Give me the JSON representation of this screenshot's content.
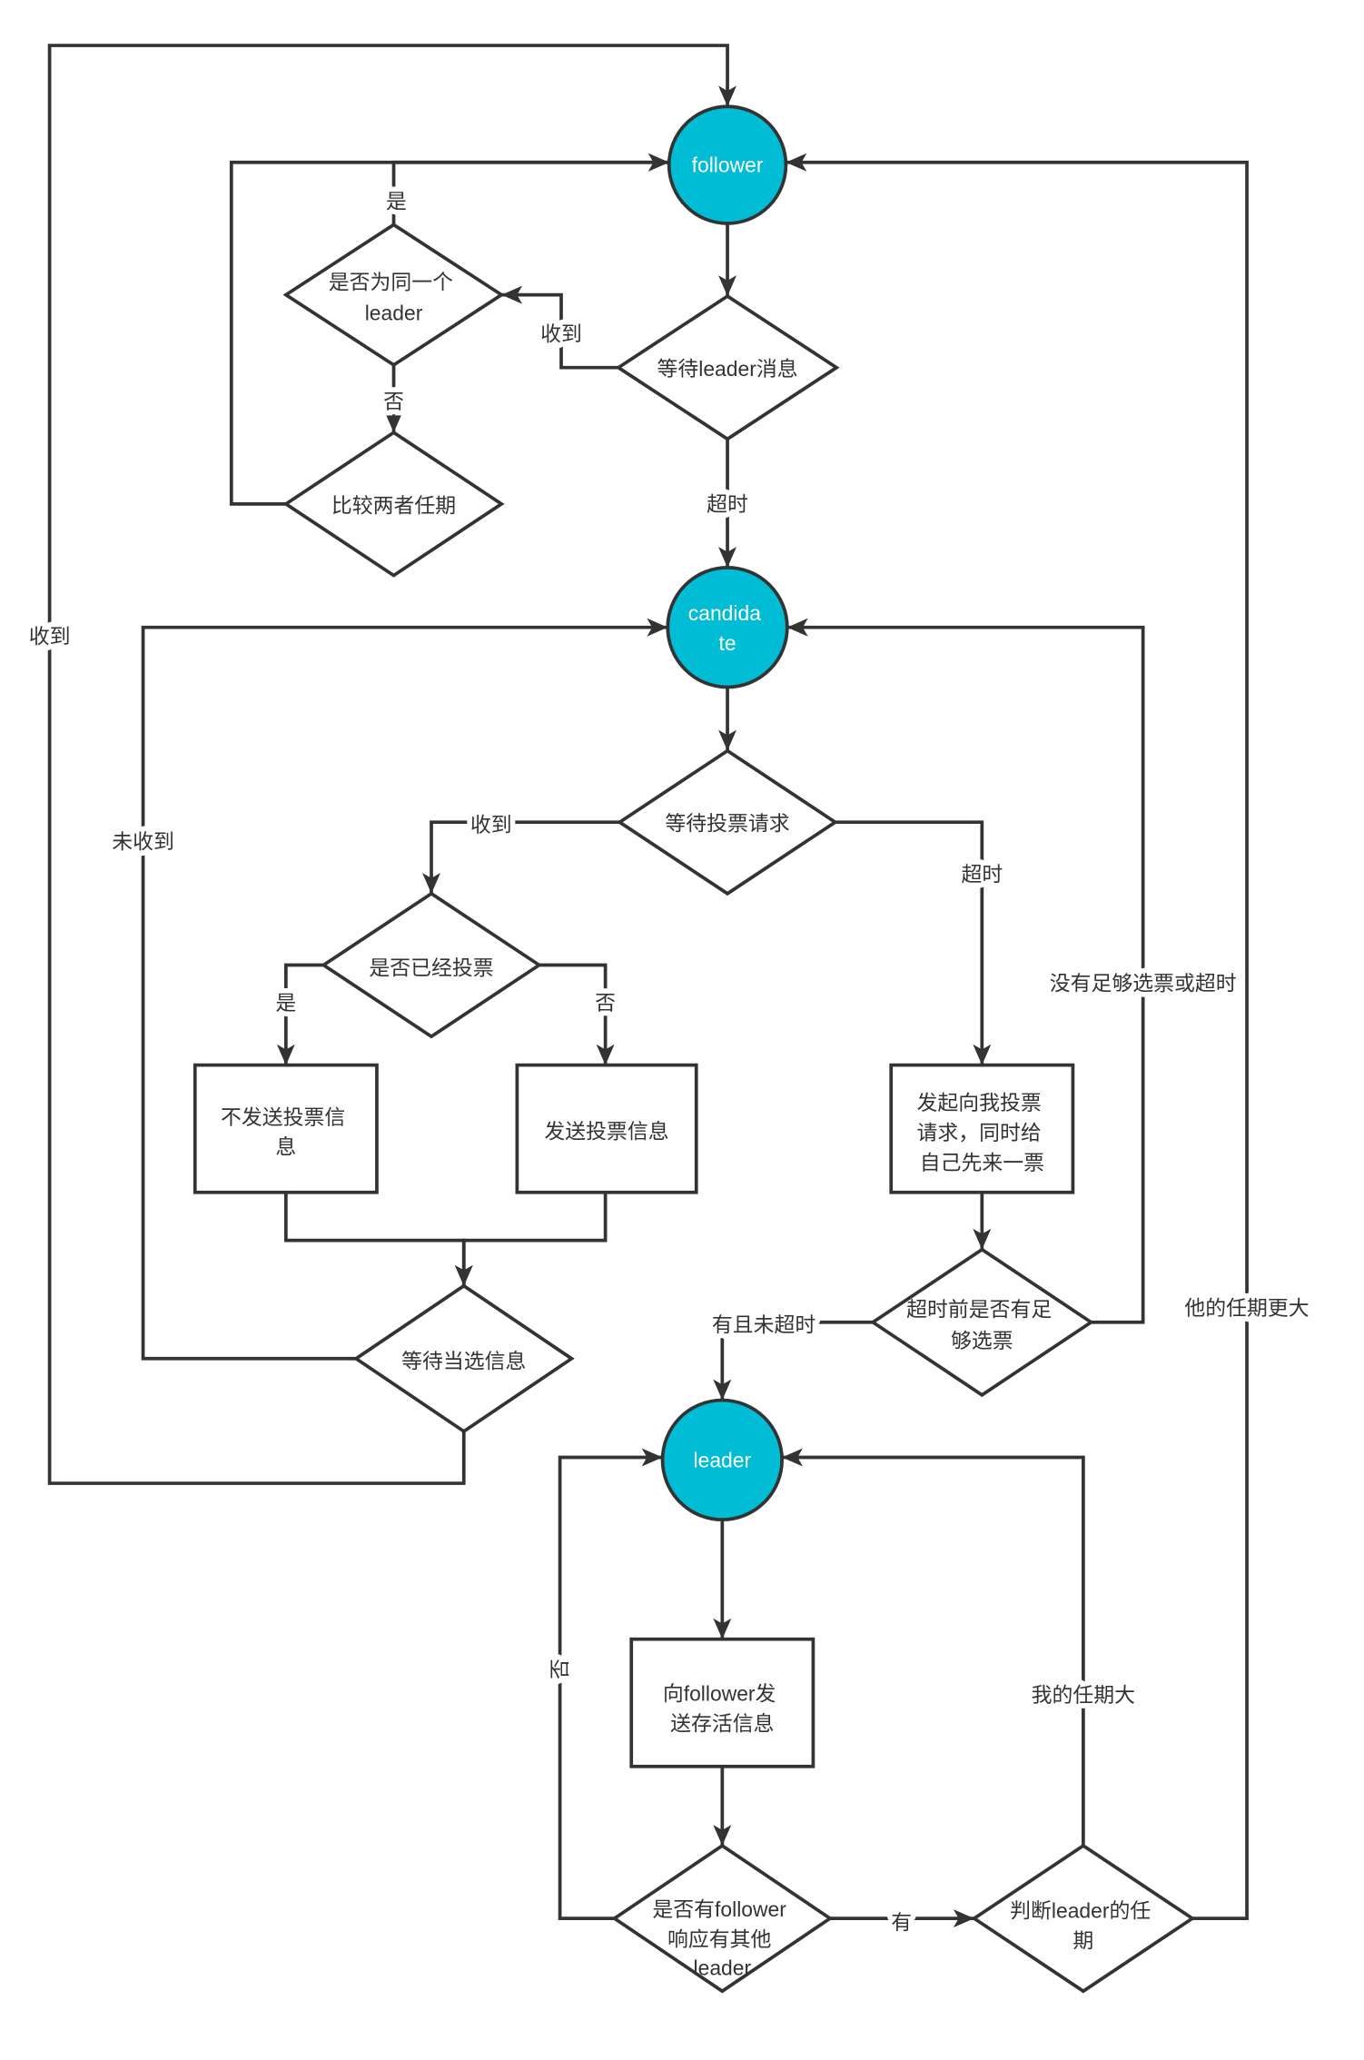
{
  "nodes": {
    "follower": "follower",
    "candidate": [
      "candida",
      "te"
    ],
    "leader": "leader",
    "wait_leader_message": "等待leader消息",
    "same_leader_check": [
      "是否为同一个",
      "leader"
    ],
    "compare_terms": "比较两者任期",
    "wait_vote_request": "等待投票请求",
    "already_voted_check": "是否已经投票",
    "no_send_vote": [
      "不发送投票信",
      "息"
    ],
    "send_vote": "发送投票信息",
    "wait_election_result": "等待当选信息",
    "request_votes": [
      "发起向我投票",
      "请求，同时给",
      "自己先来一票"
    ],
    "enough_votes_check": [
      "超时前是否有足",
      "够选票"
    ],
    "send_heartbeat": [
      "向follower发",
      "送存活信息"
    ],
    "follower_response_check": [
      "是否有follower",
      "响应有其他",
      "leader"
    ],
    "judge_leader_term": [
      "判断leader的任",
      "期"
    ]
  },
  "edges": {
    "election_received": "收到",
    "leader_message_received": "收到",
    "same_leader_yes": "是",
    "same_leader_no": "否",
    "leader_message_timeout": "超时",
    "vote_request_received": "收到",
    "vote_request_timeout": "超时",
    "already_voted_yes": "是",
    "already_voted_no": "否",
    "election_not_received": "未收到",
    "not_enough_votes": "没有足够选票或超时",
    "enough_votes_in_time": "有且未超时",
    "no_other_leader": "否",
    "other_leader_found": "有",
    "my_term_larger": "我的任期大",
    "other_term_larger": "他的任期更大"
  },
  "colors": {
    "state_fill": "#00bcd4",
    "stroke": "#333333",
    "text": "#333333",
    "state_text": "#ffffff"
  }
}
